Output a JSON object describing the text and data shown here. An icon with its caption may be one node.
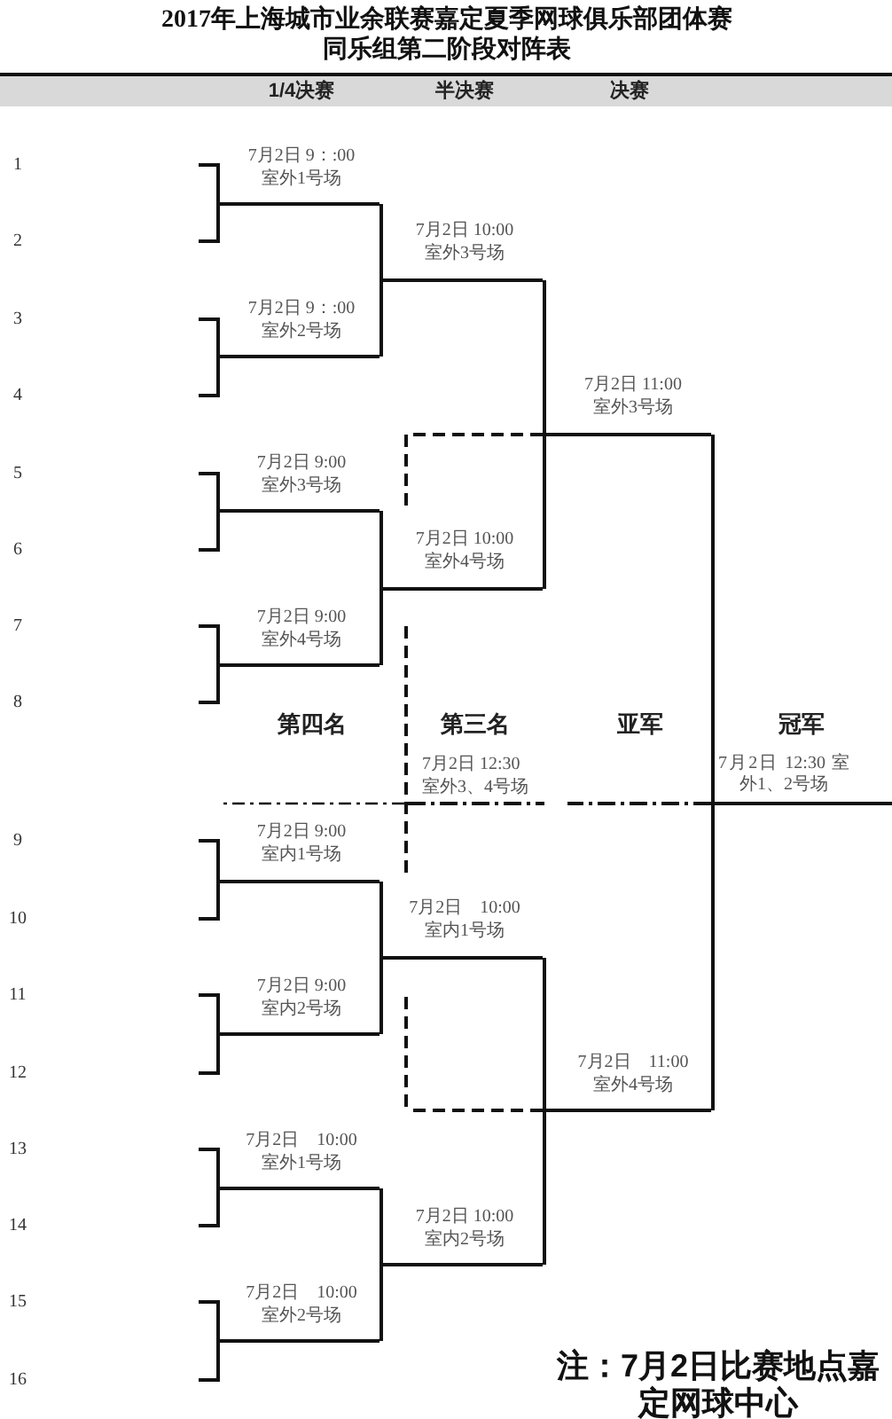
{
  "diagram": {
    "title": "2017年上海城市业余联赛嘉定夏季网球俱乐部团体赛同乐组第二阶段对阵表",
    "nodes": [
      {
        "text": [
          "1/4决赛",
          "半决赛",
          "决赛"
        ]
      },
      {
        "text": [],
        "shape": "bracket",
        "beside": [
          "7月2日 9：:00",
          "室外1号场"
        ]
      },
      {
        "text": [],
        "shape": "bracket",
        "beside": [
          "7月2日 9：:00",
          "室外2号场"
        ]
      },
      {
        "text": [],
        "shape": "bracket",
        "beside": [
          "7月2日 9:00",
          "室外3号场"
        ]
      },
      {
        "text": [],
        "shape": "bracket",
        "beside": [
          "7月2日 9:00",
          "室外4号场"
        ]
      },
      {
        "text": [],
        "shape": "bracket",
        "beside": [
          "7月2日 9:00",
          "室内1号场"
        ]
      },
      {
        "text": [],
        "shape": "bracket",
        "beside": [
          "7月2日 9:00",
          "室内2号场"
        ]
      },
      {
        "text": [],
        "shape": "bracket",
        "beside": [
          "7月2日　10:00",
          "室外1号场"
        ]
      },
      {
        "text": [],
        "shape": "bracket",
        "beside": [
          "7月2日　10:00",
          "室外2号场"
        ]
      },
      {
        "text": [],
        "shape": "bar",
        "beside": [
          "7月2日 10:00",
          "室外3号场"
        ]
      },
      {
        "text": [],
        "shape": "bar",
        "beside": [
          "7月2日 10:00",
          "室外4号场"
        ]
      },
      {
        "text": [],
        "shape": "bar",
        "beside": [
          "7月2日　10:00",
          "室内1号场"
        ]
      },
      {
        "text": [],
        "shape": "bar",
        "beside": [
          "7月2日 10:00",
          "室内2号场"
        ]
      },
      {
        "text": [],
        "shape": "bar",
        "beside": [
          "7月2日 11:00",
          "室外3号场"
        ]
      },
      {
        "text": [],
        "shape": "bar",
        "beside": [
          "7月2日　11:00",
          "室外4号场"
        ]
      },
      {
        "text": [],
        "shape": "bar",
        "beside": [
          "7月2日 12:30",
          "室外3、4号场"
        ]
      },
      {
        "text": [],
        "shape": "bar",
        "beside": [
          "7月2日 12:30 室外1、2号场"
        ]
      }
    ],
    "edges": [
      {
        "from": 1,
        "to": 9,
        "arrow": "none"
      },
      {
        "from": 2,
        "to": 9,
        "arrow": "none"
      },
      {
        "from": 3,
        "to": 10,
        "arrow": "none"
      },
      {
        "from": 4,
        "to": 10,
        "arrow": "none"
      },
      {
        "from": 5,
        "to": 11,
        "arrow": "none"
      },
      {
        "from": 6,
        "to": 11,
        "arrow": "none"
      },
      {
        "from": 7,
        "to": 12,
        "arrow": "none"
      },
      {
        "from": 8,
        "to": 12,
        "arrow": "none"
      },
      {
        "from": 9,
        "to": 13,
        "arrow": "none"
      },
      {
        "from": 10,
        "to": 13,
        "arrow": "none"
      },
      {
        "from": 11,
        "to": 14,
        "arrow": "none"
      },
      {
        "from": 12,
        "to": 14,
        "arrow": "none"
      },
      {
        "from": 13,
        "to": 16,
        "arrow": "none"
      },
      {
        "from": 14,
        "to": 16,
        "arrow": "none"
      },
      {
        "from": 13,
        "to": 15,
        "arrow": "none",
        "style": "dashed"
      },
      {
        "from": 14,
        "to": 15,
        "arrow": "none",
        "style": "dashed"
      },
      {
        "from": 16,
        "to": null,
        "arrow": "none"
      },
      {
        "from": 16,
        "to": null,
        "arrow": "none",
        "style": "dashed"
      },
      {
        "from": 15,
        "to": null,
        "arrow": "none",
        "style": "dashed"
      },
      {
        "from": 15,
        "to": null,
        "arrow": "none",
        "style": "dashed"
      }
    ],
    "labels": [
      "1",
      "2",
      "3",
      "4",
      "5",
      "6",
      "7",
      "8",
      "第四名",
      "第三名",
      "亚军",
      "冠军",
      "9",
      "10",
      "11",
      "12",
      "13",
      "14",
      "15",
      "16",
      "注：7月2日比赛地点嘉定网球中心"
    ]
  }
}
